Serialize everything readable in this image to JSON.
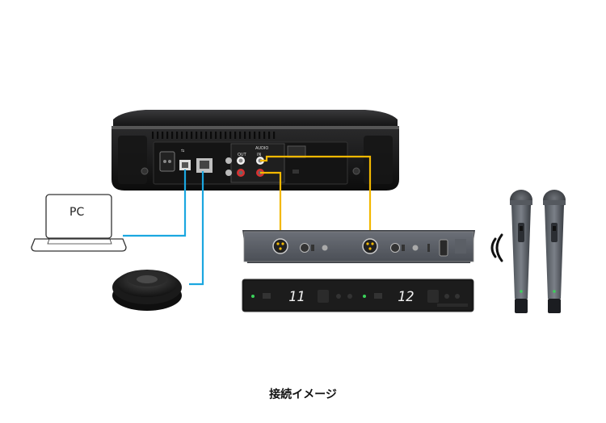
{
  "diagram": {
    "pc_label": "PC",
    "caption": "接続イメージ",
    "port_labels": {
      "audio": "AUDIO",
      "out": "OUT",
      "in": "IN"
    },
    "receiver_channels": [
      "11",
      "12"
    ],
    "colors": {
      "usb_cable": "#1ba7e0",
      "audio_cable": "#f3b800",
      "device_body": "#1e1e1e",
      "panel_gray": "#5a5e66",
      "receiver_body": "#1a1a1a"
    },
    "icons": [
      "laptop-icon",
      "speakerphone-icon",
      "wireless-waves-icon",
      "microphone-icon"
    ]
  }
}
